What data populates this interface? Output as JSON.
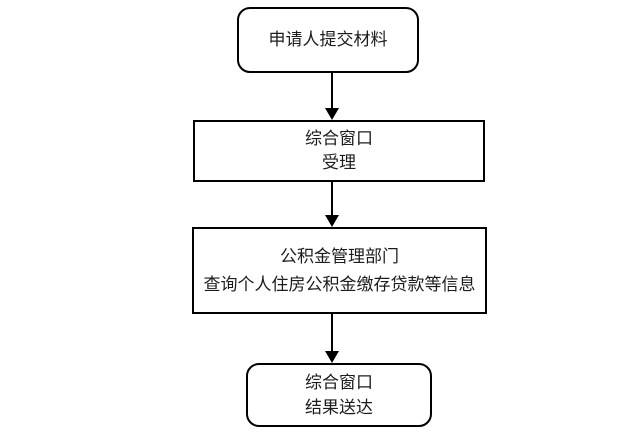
{
  "flowchart": {
    "colors": {
      "background": "#ffffff",
      "node_border": "#000000",
      "node_fill": "#ffffff",
      "text": "#1c1c1c",
      "arrow": "#000000"
    },
    "nodes": [
      {
        "id": "start",
        "shape": "rounded",
        "lines": [
          "申请人提交材料"
        ]
      },
      {
        "id": "accept",
        "shape": "rectangle",
        "lines": [
          "综合窗口",
          "受理"
        ]
      },
      {
        "id": "query",
        "shape": "rectangle",
        "lines": [
          "公积金管理部门",
          "查询个人住房公积金缴存贷款等信息"
        ]
      },
      {
        "id": "deliver",
        "shape": "rounded",
        "lines": [
          "综合窗口",
          "结果送达"
        ]
      }
    ],
    "connectors": [
      {
        "from": "start",
        "to": "accept",
        "direction": "down"
      },
      {
        "from": "accept",
        "to": "query",
        "direction": "down"
      },
      {
        "from": "query",
        "to": "deliver",
        "direction": "down"
      }
    ]
  }
}
